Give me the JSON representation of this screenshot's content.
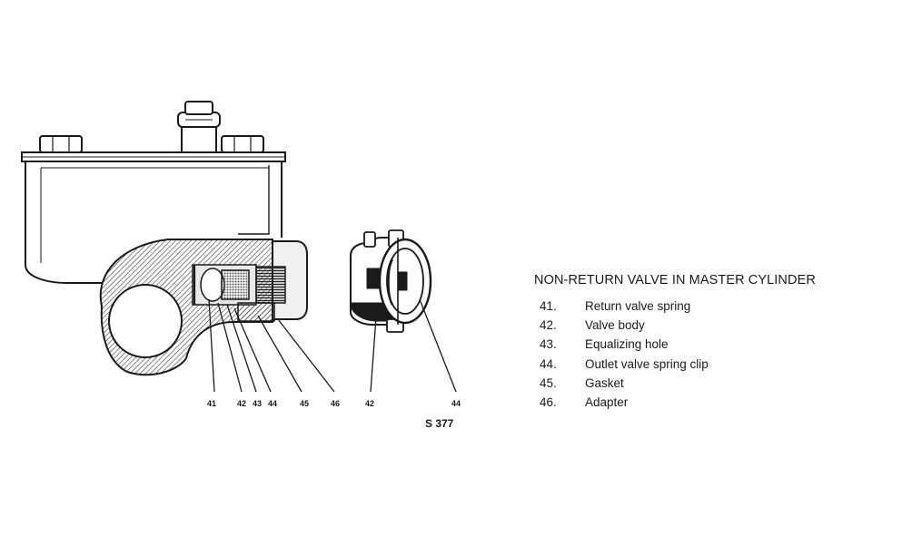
{
  "callouts": [
    {
      "id": "c41a",
      "label": "41"
    },
    {
      "id": "c42a",
      "label": "42"
    },
    {
      "id": "c43a",
      "label": "43"
    },
    {
      "id": "c44a",
      "label": "44"
    },
    {
      "id": "c45a",
      "label": "45"
    },
    {
      "id": "c46a",
      "label": "46"
    },
    {
      "id": "c42b",
      "label": "42"
    },
    {
      "id": "c44b",
      "label": "44"
    }
  ],
  "figure_code": "S 377",
  "legend": {
    "title": "NON-RETURN VALVE IN MASTER CYLINDER",
    "items": [
      {
        "number": "41.",
        "text": "Return valve spring"
      },
      {
        "number": "42.",
        "text": "Valve body"
      },
      {
        "number": "43.",
        "text": "Equalizing hole"
      },
      {
        "number": "44.",
        "text": "Outlet valve spring clip"
      },
      {
        "number": "45.",
        "text": "Gasket"
      },
      {
        "number": "46.",
        "text": "Adapter"
      }
    ]
  }
}
